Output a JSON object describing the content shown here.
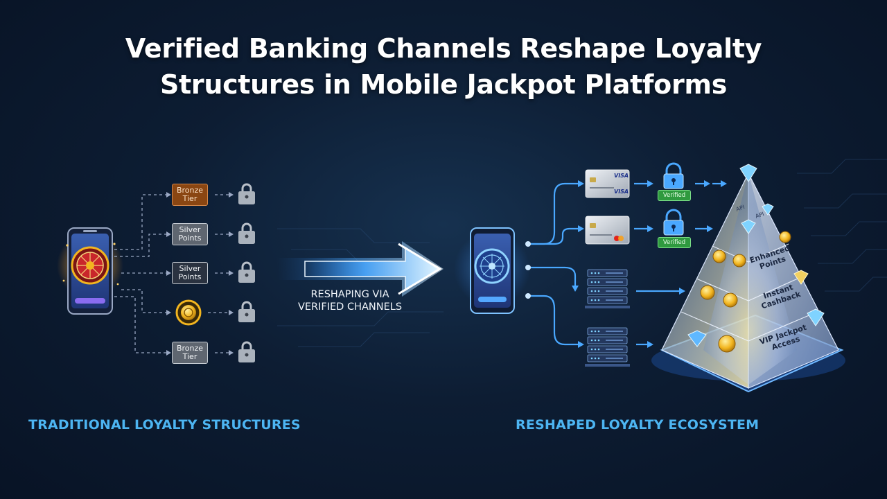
{
  "title": {
    "line1": "Verified Banking Channels Reshape Loyalty",
    "line2": "Structures in Mobile Jackpot Platforms"
  },
  "traditional": {
    "label": "TRADITIONAL LOYALTY STRUCTURES",
    "tiers": [
      {
        "style": "bronze",
        "line1": "Bronze",
        "line2": "Tier"
      },
      {
        "style": "gray",
        "line1": "Silver",
        "line2": "Points"
      },
      {
        "style": "outline",
        "line1": "Silver",
        "line2": "Points"
      },
      {
        "style": "coin-icon",
        "line1": "",
        "line2": ""
      },
      {
        "style": "gray",
        "line1": "Bronze",
        "line2": "Tier"
      }
    ]
  },
  "center": {
    "line1": "RESHAPING VIA",
    "line2": "VERIFIED CHANNELS"
  },
  "reshaped": {
    "label": "RESHAPED LOYALTY ECOSYSTEM",
    "cards": [
      {
        "brand_a": "VISA",
        "brand_b": "VISA",
        "badge": "Verified"
      },
      {
        "brand_a": "",
        "brand_b": "mastercard-logo",
        "badge": "Verified"
      }
    ],
    "servers": [
      "server-icon",
      "server-icon"
    ],
    "pyramid": {
      "api_labels": [
        "API",
        "API"
      ],
      "tiers": [
        {
          "line1": "Enhanced",
          "line2": "Points"
        },
        {
          "line1": "Instant",
          "line2": "Cashback"
        },
        {
          "line1": "VIP Jackpot",
          "line2": "Access"
        }
      ]
    }
  },
  "colors": {
    "accent_blue": "#4db5f2",
    "bronze": "#8a4612",
    "verified_green": "#2f9a3f",
    "gold": "#f2b51f"
  }
}
